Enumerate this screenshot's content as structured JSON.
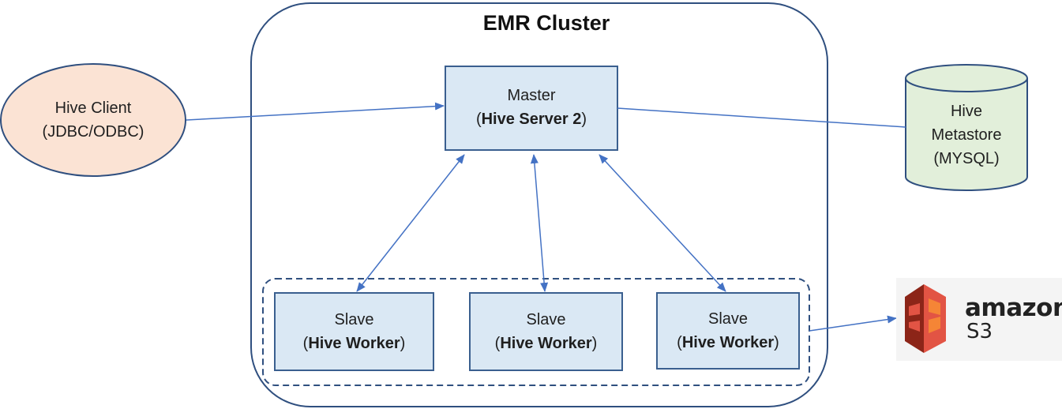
{
  "cluster": {
    "title": "EMR Cluster"
  },
  "client": {
    "line1": "Hive Client",
    "line2": "(JDBC/ODBC)"
  },
  "master": {
    "line1": "Master",
    "line2_prefix": "(",
    "line2_bold": "Hive Server 2",
    "line2_suffix": ")"
  },
  "metastore": {
    "line1": "Hive",
    "line2": "Metastore",
    "line3": "(MYSQL)"
  },
  "slaves": [
    {
      "line1": "Slave",
      "prefix": "(",
      "bold": "Hive Worker",
      "suffix": ")"
    },
    {
      "line1": "Slave",
      "prefix": "(",
      "bold": "Hive Worker",
      "suffix": ")"
    },
    {
      "line1": "Slave",
      "prefix": "(",
      "bold": "Hive Worker",
      "suffix": ")"
    }
  ],
  "s3": {
    "word1": "amazon",
    "word2": "S3",
    "icon": "amazon-s3-logo"
  },
  "colors": {
    "box_fill": "#dae8f4",
    "box_stroke": "#3a5f8f",
    "client_fill": "#fbe3d4",
    "client_stroke": "#2f4f7f",
    "metastore_fill": "#e2efda",
    "arrow": "#4472c4",
    "s3_dark": "#8c2518",
    "s3_mid": "#e25444",
    "s3_light": "#f58536"
  }
}
